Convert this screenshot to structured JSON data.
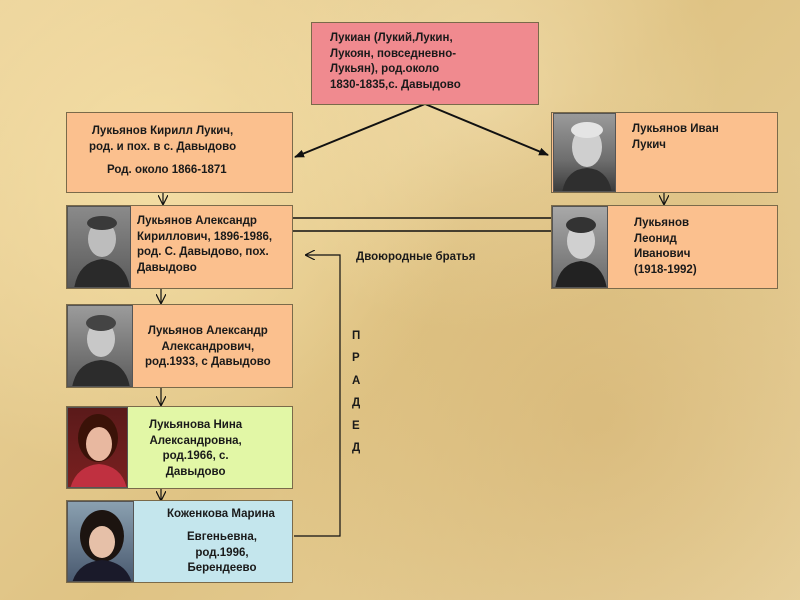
{
  "nodes": {
    "root": {
      "text": "Лукиан (Лукий,Лукин,\nЛукоян, повседневно-\nЛукьян), род.около\n1830-1835,с. Давыдово"
    },
    "kirill": {
      "line1": "Лукьянов Кирилл Лукич,\nрод. и пох. в с. Давыдово",
      "line2": "Род. около 1866-1871"
    },
    "ivan": {
      "text": "Лукьянов Иван\nЛукич"
    },
    "alexander": {
      "text": "Лукьянов Александр\nКириллович, 1896-1986,\nрод. С. Давыдово, пох.\n Давыдово"
    },
    "leonid": {
      "text": "Лукьянов\nЛеонид\nИванович\n(1918-1992)"
    },
    "alexander2": {
      "text": "Лукьянов Александр\nАлександрович,\nрод.1933, с Давыдово"
    },
    "nina": {
      "text": "Лукьянова Нина\nАлександровна,\nрод.1966, с.\nДавыдово"
    },
    "marina": {
      "line1": "Коженкова Марина",
      "line2": "Евгеньевна,\nрод.1996,\nБерендеево"
    }
  },
  "labels": {
    "cousins": "Двоюродные братья",
    "pradet_letters": [
      "П",
      "Р",
      "А",
      "Д",
      "Е",
      "Д"
    ]
  },
  "colors": {
    "root": "#f08a8f",
    "orange": "#fbc08e",
    "green": "#e2f7a6",
    "blue": "#c4e6ed",
    "line": "#111111"
  }
}
